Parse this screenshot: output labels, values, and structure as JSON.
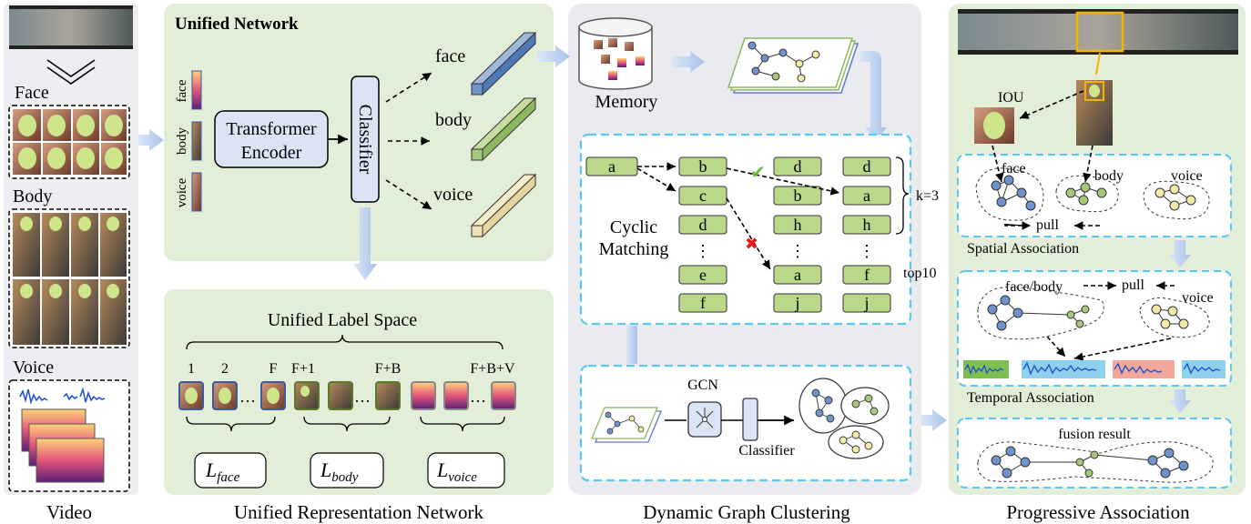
{
  "captions": {
    "video": "Video",
    "unified_representation": "Unified Representation Network",
    "dynamic_graph": "Dynamic Graph Clustering",
    "progressive": "Progressive Association"
  },
  "video_panel": {
    "face": "Face",
    "body": "Body",
    "voice": "Voice"
  },
  "unified_network": {
    "title": "Unified Network",
    "inputs": [
      "face",
      "body",
      "voice"
    ],
    "encoder": [
      "Transformer",
      "Encoder"
    ],
    "classifier": "Classifier",
    "outputs": [
      "face",
      "body",
      "voice"
    ]
  },
  "label_space": {
    "title": "Unified Label Space",
    "ticks": [
      "1",
      "2",
      "F",
      "F+1",
      "F+B",
      "F+B+V"
    ],
    "dots": "…",
    "losses": [
      {
        "main": "L",
        "sub": "face"
      },
      {
        "main": "L",
        "sub": "body"
      },
      {
        "main": "L",
        "sub": "voice"
      }
    ]
  },
  "dynamic_graph": {
    "memory": "Memory",
    "cyclic_matching": [
      "Cyclic",
      "Matching"
    ],
    "col_a": [
      "a"
    ],
    "col_b": [
      "b",
      "c",
      "d",
      "⋮",
      "e",
      "f"
    ],
    "col_c": [
      "d",
      "b",
      "h",
      "⋮",
      "a",
      "j"
    ],
    "col_d": [
      "d",
      "a",
      "h",
      "⋮",
      "f",
      "j"
    ],
    "k_label": "k=3",
    "top_label": "top10",
    "gcn": "GCN",
    "classifier": "Classifier",
    "check_mark": "✔",
    "cross_mark": "✖"
  },
  "progressive": {
    "iou": "IOU",
    "face": "face",
    "body": "body",
    "voice": "voice",
    "pull": "pull",
    "spatial": "Spatial Association",
    "face_body": "face/body",
    "voice2": "voice",
    "pull2": "pull",
    "temporal": "Temporal Association",
    "fusion": "fusion result"
  }
}
